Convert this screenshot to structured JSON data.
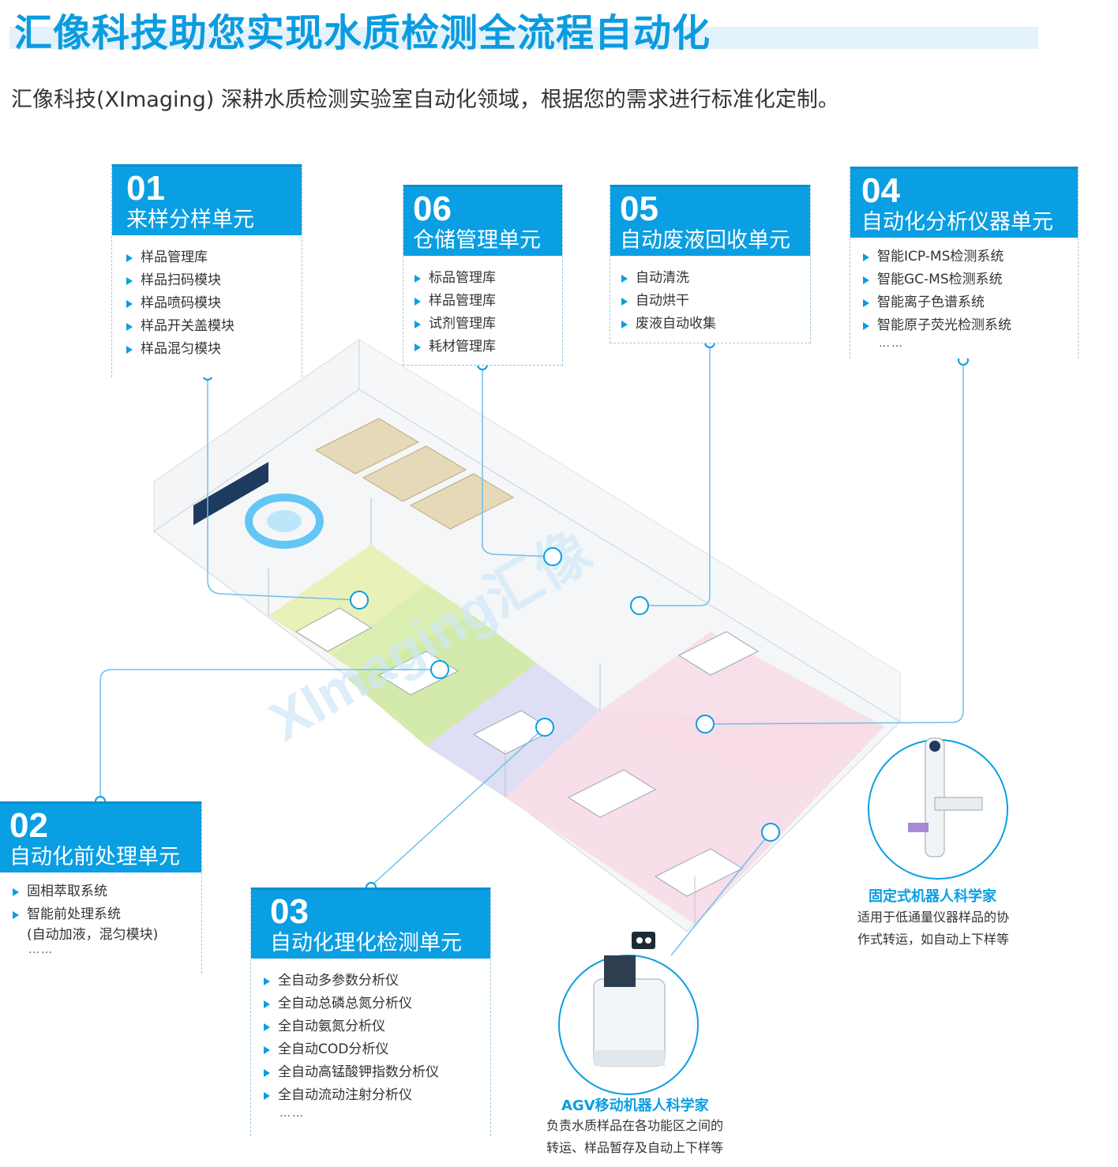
{
  "header": {
    "title": "汇像科技助您实现水质检测全流程自动化",
    "subtitle": "汇像科技(XImaging) 深耕水质检测实验室自动化领域，根据您的需求进行标准化定制。"
  },
  "units": {
    "u01": {
      "num": "01",
      "name": "来样分样单元",
      "items": [
        "样品管理库",
        "样品扫码模块",
        "样品喷码模块",
        "样品开关盖模块",
        "样品混匀模块"
      ]
    },
    "u06": {
      "num": "06",
      "name": "仓储管理单元",
      "items": [
        "标品管理库",
        "样品管理库",
        "试剂管理库",
        "耗材管理库"
      ]
    },
    "u05": {
      "num": "05",
      "name": "自动废液回收单元",
      "items": [
        "自动清洗",
        "自动烘干",
        "废液自动收集"
      ]
    },
    "u04": {
      "num": "04",
      "name": "自动化分析仪器单元",
      "items": [
        "智能ICP-MS检测系统",
        "智能GC-MS检测系统",
        "智能离子色谱系统",
        "智能原子荧光检测系统"
      ],
      "more": "……"
    },
    "u02": {
      "num": "02",
      "name": "自动化前处理单元",
      "items": [
        "固相萃取系统",
        "智能前处理系统"
      ],
      "item2_sub": "(自动加液，混匀模块)",
      "more": "……"
    },
    "u03": {
      "num": "03",
      "name": "自动化理化检测单元",
      "items": [
        "全自动多参数分析仪",
        "全自动总磷总氮分析仪",
        "全自动氨氮分析仪",
        "全自动COD分析仪",
        "全自动高锰酸钾指数分析仪",
        "全自动流动注射分析仪"
      ],
      "more": "……"
    }
  },
  "robots": {
    "fixed": {
      "title": "固定式机器人科学家",
      "desc": "适用于低通量仪器样品的协作式转运，如自动上下样等"
    },
    "agv": {
      "title": "AGV移动机器人科学家",
      "desc": "负责水质样品在各功能区之间的转运、样品暂存及自动上下样等"
    }
  },
  "watermark": {
    "text": "XImaging汇像"
  },
  "colors": {
    "accent": "#0a9ee2",
    "zone_yellow": "#e8efb0",
    "zone_green": "#cfe9a3",
    "zone_purple": "#dcdcf3",
    "zone_pink": "#f7dbe5"
  }
}
